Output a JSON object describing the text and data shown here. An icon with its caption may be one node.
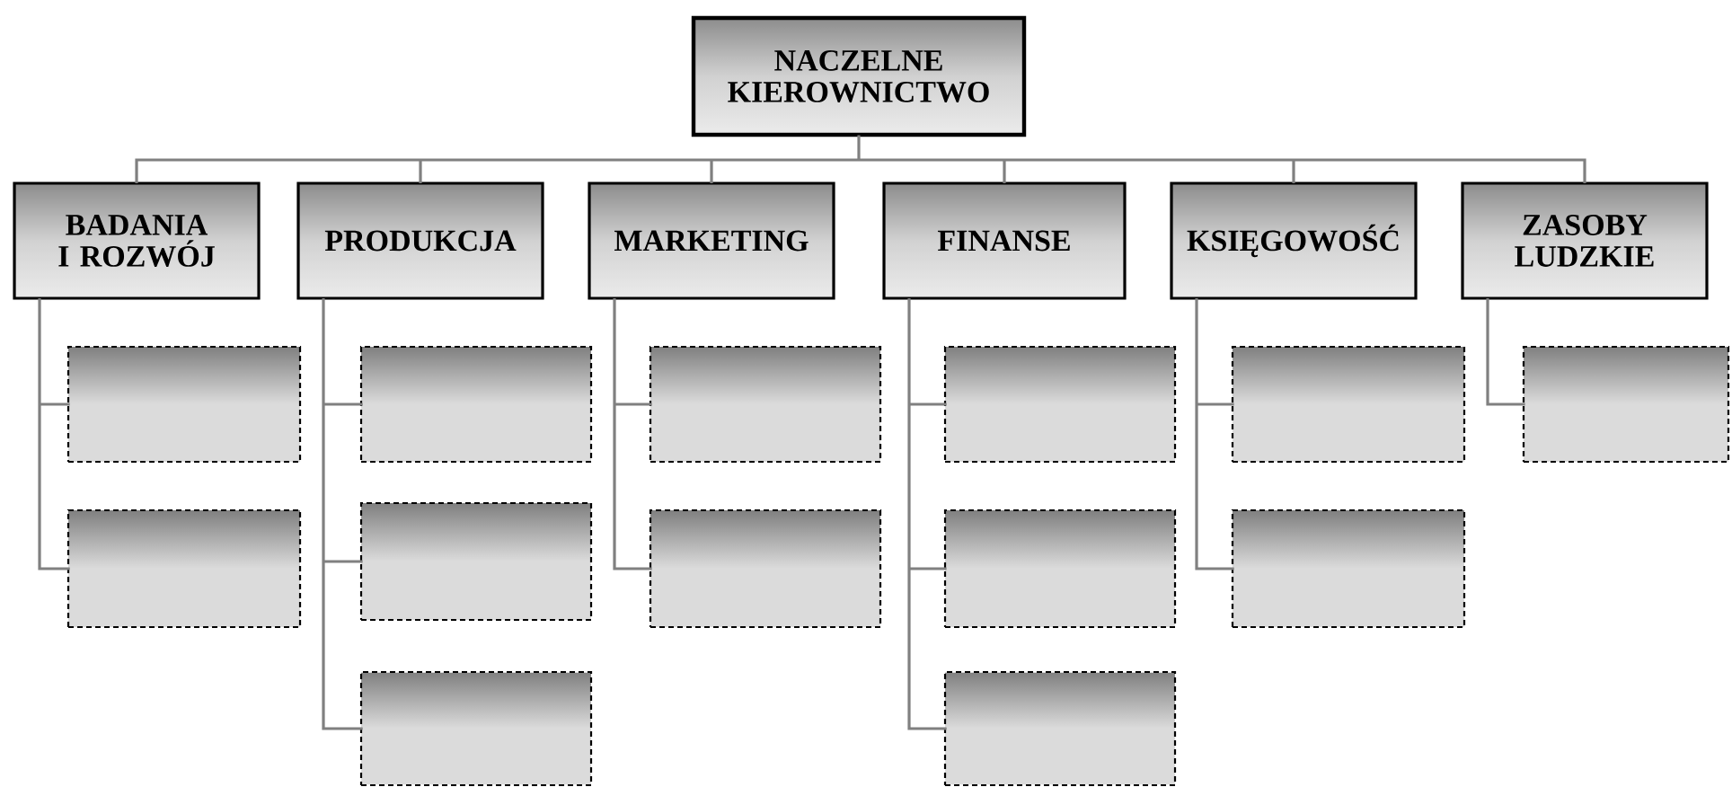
{
  "diagram": {
    "nodes": [
      {
        "text": [
          "NACZELNE KIEROWNICTWO"
        ]
      },
      {
        "text": [
          "BADANIA I ROZWÓJ"
        ]
      },
      {
        "text": [
          "PRODUKCJA"
        ]
      },
      {
        "text": [
          "MARKETING"
        ]
      },
      {
        "text": [
          "FINANSE"
        ]
      },
      {
        "text": [
          "KSIĘGOWOŚĆ"
        ]
      },
      {
        "text": [
          "ZASOBY LUDZKIE"
        ]
      },
      {
        "text": [],
        "shape": "box"
      },
      {
        "text": [],
        "shape": "box"
      },
      {
        "text": [],
        "shape": "box"
      },
      {
        "text": [],
        "shape": "box"
      },
      {
        "text": [],
        "shape": "box"
      },
      {
        "text": [],
        "shape": "box"
      },
      {
        "text": [],
        "shape": "box"
      },
      {
        "text": [],
        "shape": "box"
      },
      {
        "text": [],
        "shape": "box"
      },
      {
        "text": [],
        "shape": "box"
      },
      {
        "text": [],
        "shape": "box"
      },
      {
        "text": [],
        "shape": "box"
      },
      {
        "text": [],
        "shape": "box"
      }
    ],
    "edges": [
      {
        "from": 0,
        "to": 1,
        "arrow": "none"
      },
      {
        "from": 0,
        "to": 2,
        "arrow": "none"
      },
      {
        "from": 0,
        "to": 3,
        "arrow": "none"
      },
      {
        "from": 0,
        "to": 4,
        "arrow": "none"
      },
      {
        "from": 0,
        "to": 5,
        "arrow": "none"
      },
      {
        "from": 0,
        "to": 6,
        "arrow": "none"
      },
      {
        "from": 1,
        "to": 7,
        "arrow": "none"
      },
      {
        "from": 1,
        "to": 8,
        "arrow": "none"
      },
      {
        "from": 2,
        "to": 9,
        "arrow": "none"
      },
      {
        "from": 2,
        "to": 10,
        "arrow": "none"
      },
      {
        "from": 2,
        "to": 11,
        "arrow": "none"
      },
      {
        "from": 3,
        "to": 12,
        "arrow": "none"
      },
      {
        "from": 3,
        "to": 13,
        "arrow": "none"
      },
      {
        "from": 4,
        "to": 14,
        "arrow": "none"
      },
      {
        "from": 4,
        "to": 15,
        "arrow": "none"
      },
      {
        "from": 4,
        "to": 16,
        "arrow": "none"
      },
      {
        "from": 5,
        "to": 17,
        "arrow": "none"
      },
      {
        "from": 5,
        "to": 18,
        "arrow": "none"
      },
      {
        "from": 6,
        "to": 19,
        "arrow": "none"
      }
    ]
  }
}
